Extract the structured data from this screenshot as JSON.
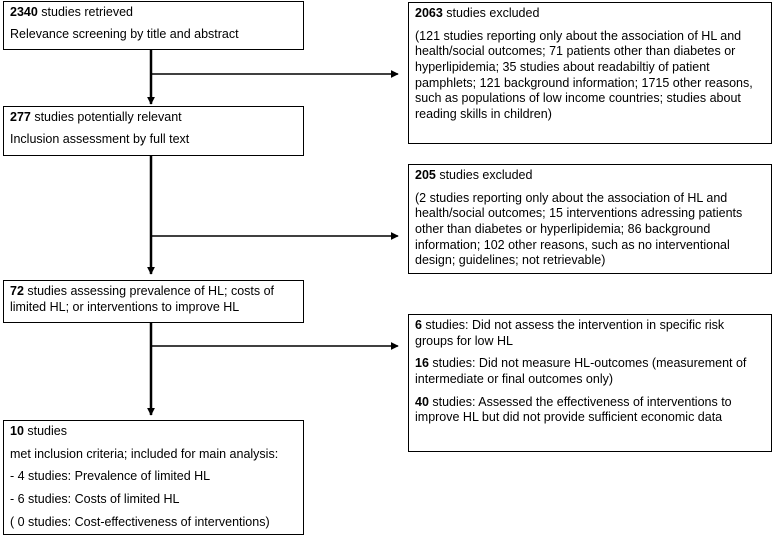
{
  "b1": {
    "count": "2340",
    "text": " studies retrieved",
    "line2": "Relevance screening by title and abstract"
  },
  "b2": {
    "count": "2063",
    "text": " studies excluded",
    "detail": "(121 studies reporting only about the association of HL and health/social outcomes; 71 patients other than diabetes or hyperlipidemia; 35 studies about readabiltiy of patient pamphlets; 121 background information; 1715 other reasons, such as populations of low income countries; studies about reading skills in children)"
  },
  "b3": {
    "count": "277",
    "text": " studies potentially relevant",
    "line2": "Inclusion assessment by full text"
  },
  "b4": {
    "count": "205",
    "text": " studies excluded",
    "detail": "(2 studies reporting only about the association of HL and health/social outcomes; 15 interventions adressing patients other than diabetes or hyperlipidemia; 86 background information; 102 other reasons, such as no interventional design; guidelines; not retrievable)"
  },
  "b5": {
    "count": "72",
    "text": " studies assessing prevalence of HL; costs of limited HL; or interventions to improve HL"
  },
  "b6": {
    "items": [
      {
        "count": "6",
        "text": " studies: Did not assess the intervention in specific risk groups for low HL"
      },
      {
        "count": "16",
        "text": " studies: Did not measure HL-outcomes (measurement of intermediate or final outcomes only)"
      },
      {
        "count": "40",
        "text": " studies: Assessed the effectiveness of interventions to improve HL but did not provide sufficient economic data"
      }
    ]
  },
  "b7": {
    "count": "10",
    "text": " studies",
    "line2": "met inclusion criteria; included for main analysis:",
    "lines": [
      "- 4  studies: Prevalence of limited HL",
      "- 6  studies: Costs of limited HL",
      "( 0  studies: Cost-effectiveness of interventions)"
    ]
  }
}
